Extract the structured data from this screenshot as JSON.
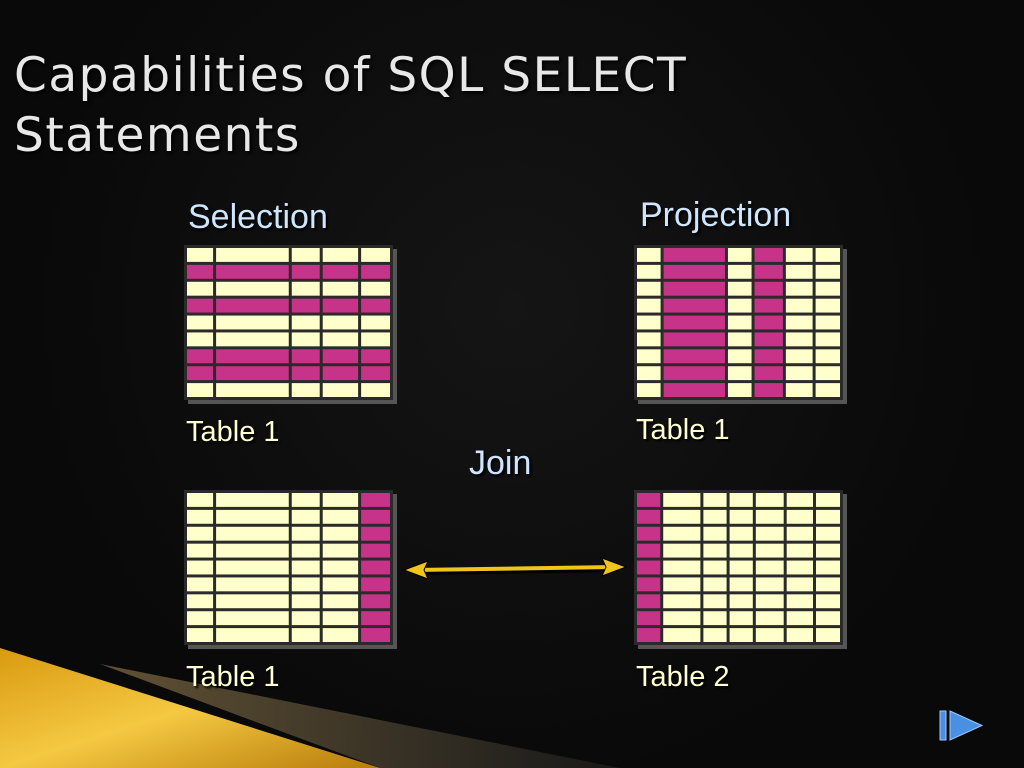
{
  "title": {
    "line1": "Capabilities of SQL SELECT",
    "line2": "Statements"
  },
  "labels": {
    "selection": "Selection",
    "projection": "Projection",
    "join": "Join"
  },
  "captions": {
    "selection_table": "Table 1",
    "projection_table": "Table 1",
    "join_left_table": "Table 1",
    "join_right_table": "Table 2"
  },
  "colors": {
    "cell": "#ffffcc",
    "highlight": "#c8338a",
    "grid_line": "#2a2a2a",
    "arrow": "#f0c419",
    "title_text": "#e8e8e8",
    "heading_text": "#cfe6ff",
    "caption_text": "#ffffd0"
  },
  "icons": {
    "navigation": "next-slide-icon"
  },
  "tables": {
    "selection": {
      "rows": 9,
      "cols": 5,
      "highlight_rows": [
        1,
        3,
        6,
        7
      ],
      "highlight_cols": []
    },
    "projection": {
      "rows": 9,
      "cols": 6,
      "highlight_rows": [],
      "highlight_cols": [
        1,
        3
      ]
    },
    "join_left": {
      "rows": 9,
      "cols": 5,
      "highlight_rows": [],
      "highlight_cols": [
        4
      ]
    },
    "join_right": {
      "rows": 9,
      "cols": 7,
      "highlight_rows": [],
      "highlight_cols": [
        0
      ]
    }
  }
}
